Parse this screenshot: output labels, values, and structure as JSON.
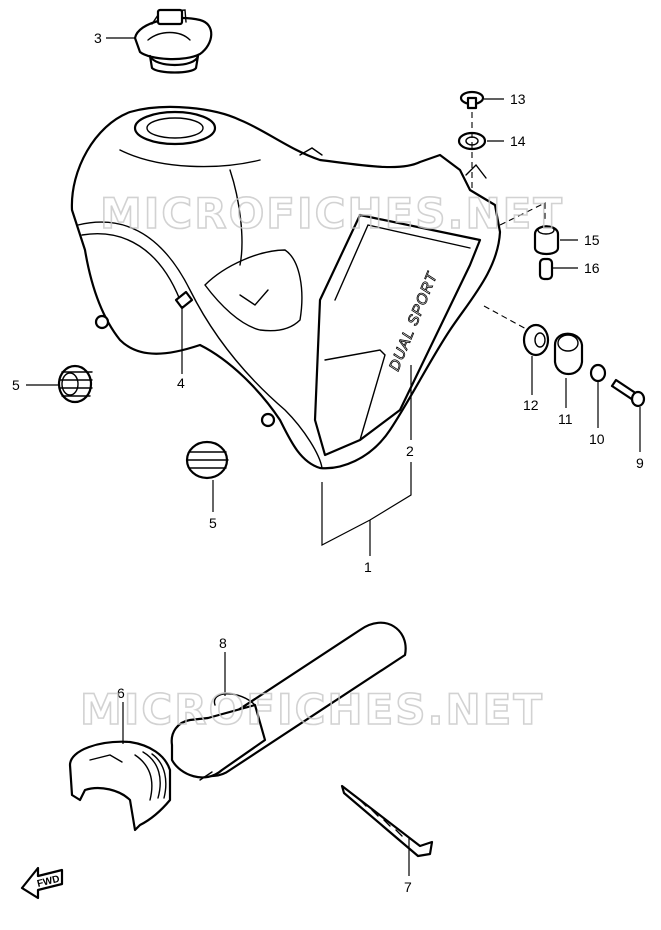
{
  "watermark": {
    "text": "MICROFICHES.NET"
  },
  "decal": {
    "text": "DUAL SPORT"
  },
  "fwd_arrow": {
    "label": "FWD"
  },
  "callouts": [
    {
      "number": "1"
    },
    {
      "number": "2"
    },
    {
      "number": "3"
    },
    {
      "number": "4"
    },
    {
      "number": "5"
    },
    {
      "number": "5"
    },
    {
      "number": "6"
    },
    {
      "number": "7"
    },
    {
      "number": "8"
    },
    {
      "number": "9"
    },
    {
      "number": "10"
    },
    {
      "number": "11"
    },
    {
      "number": "12"
    },
    {
      "number": "13"
    },
    {
      "number": "14"
    },
    {
      "number": "15"
    },
    {
      "number": "16"
    }
  ]
}
